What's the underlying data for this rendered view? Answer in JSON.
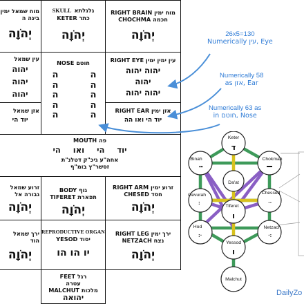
{
  "chart": {
    "skull": {
      "title_en": "SKULL",
      "title_he": "גלגלתא",
      "sub": "KETER כתר",
      "name": "יְהֹוָה"
    },
    "left_brain": {
      "title": "מוח שמאל ימין",
      "sub": "בינה ה",
      "name": "יְהֹוָה"
    },
    "right_brain": {
      "title": "RIGHT BRAIN מוח ימין",
      "sub": "CHOCHMA חכמה",
      "name": "יְהֹוָה"
    },
    "left_eye": {
      "title": "עין שמאל",
      "lines": [
        "יהוה",
        "יהוה",
        "יהוה"
      ]
    },
    "nose": {
      "title": "NOSE חוטם",
      "col1": [
        "ה",
        "ה",
        "ה",
        "ה",
        "ה"
      ],
      "col2": [
        "ה",
        "ה",
        "ה",
        "ה",
        "ה"
      ]
    },
    "right_eye": {
      "title": "RIGHT EYE עין ימין ימין",
      "lines": [
        "יהוה יהוה",
        "יהוה",
        "יהוה יהוה"
      ]
    },
    "left_ear": {
      "title": "אזן שמאל",
      "line": "יוד הי"
    },
    "right_ear": {
      "title": "RIGHT EAR אזן ימין",
      "line": "יוד הי ואו הה"
    },
    "mouth": {
      "title": "MOUTH פה",
      "line1": "יוד הי ואו הי",
      "line2": "אחה\"ע גיכ\"ק דטלנ\"ת",
      "line3": "זסשר\"ץ בומ\"ף"
    },
    "left_arm": {
      "title": "זרוע שמאל",
      "sub": "גבורה אל",
      "name": "יְהֹוָה"
    },
    "body": {
      "title": "BODY גוף",
      "sub": "TIFERET תפארת",
      "name": "יְהֹוָה"
    },
    "right_arm": {
      "title": "RIGHT ARM זרוע ימין",
      "sub": "CHESED חסד",
      "name": "יְהֹוָה"
    },
    "left_leg": {
      "title": "ירך שמאל",
      "sub": "הוד",
      "name": "יְהֹוָה"
    },
    "repro": {
      "title": "REPRODUCTIVE ORGANS",
      "sub": "YESOD יסוד",
      "name": "יו הו הו"
    },
    "right_leg": {
      "title": "RIGHT LEG ירך ימין",
      "sub": "NETZACH נצח",
      "name": "יְהֹוָה"
    },
    "feet": {
      "title": "FEET רגל",
      "sub1": "עטרה",
      "sub2": "MALCHUT מלכות",
      "name": "יהואה"
    }
  },
  "callouts": {
    "eye": {
      "line1": "26x5=130",
      "line2": "Numerically עין, Eye"
    },
    "ear": {
      "line1": "Numerically 58",
      "line2": "as אזן, Ear"
    },
    "nose": {
      "line1": "Numerically 63 as",
      "line2": "in חוטם, Nose"
    }
  },
  "tree": {
    "keter": {
      "label": "Keter",
      "letter": "ד"
    },
    "binah": {
      "label": "Binah"
    },
    "chokmah": {
      "label": "Chokmah"
    },
    "daat": {
      "label": "Da'at"
    },
    "gevurah": {
      "label": "Gevurah"
    },
    "chesed": {
      "label": "Chessed"
    },
    "tiferet": {
      "label": "Tiferet",
      "letter": "ו"
    },
    "hod": {
      "label": "Hod"
    },
    "netzach": {
      "label": "Netzach"
    },
    "yesod": {
      "label": "Yessod",
      "letter": "ו"
    },
    "malchut": {
      "label": "Malchut"
    }
  },
  "credit": "DailyZo",
  "colors": {
    "accent_blue": "#2e7bd6",
    "path_green": "#3e9a5a",
    "path_purple": "#8a5fc4",
    "path_yellow": "#d8c21e"
  }
}
